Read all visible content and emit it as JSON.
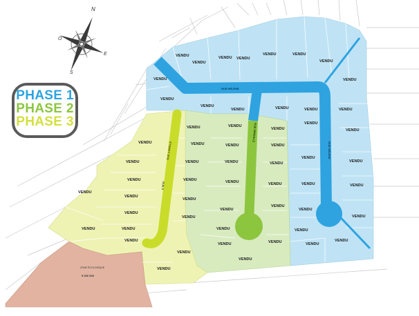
{
  "legend": {
    "phase1": "PHASE 1",
    "phase2": "PHASE 2",
    "phase3": "PHASE 3"
  },
  "colors": {
    "phase1": "#bfe3f5",
    "phase2": "#d8ebbf",
    "phase3": "#eef3b4",
    "road1": "#2ea3e0",
    "road2": "#8cc63f",
    "road3": "#c9dc2a",
    "ecological_zone": "#e2b3a1"
  },
  "compass": {
    "north": "N",
    "south": "S",
    "east": "E",
    "west": "O"
  },
  "streets": {
    "rue_helene_top": "RUE HÉLÈNE",
    "rue_helene_east": "RUE HÉLÈNE",
    "phase2_road": "RUE MIREILLE",
    "phase3_road": "RUE CAMILLE",
    "phase3_road_b": "RUE A"
  },
  "zone": {
    "label": "ZONE ÉCOLOGIQUE",
    "lot_number": "5 266 549"
  },
  "lot_label": "VENDU"
}
